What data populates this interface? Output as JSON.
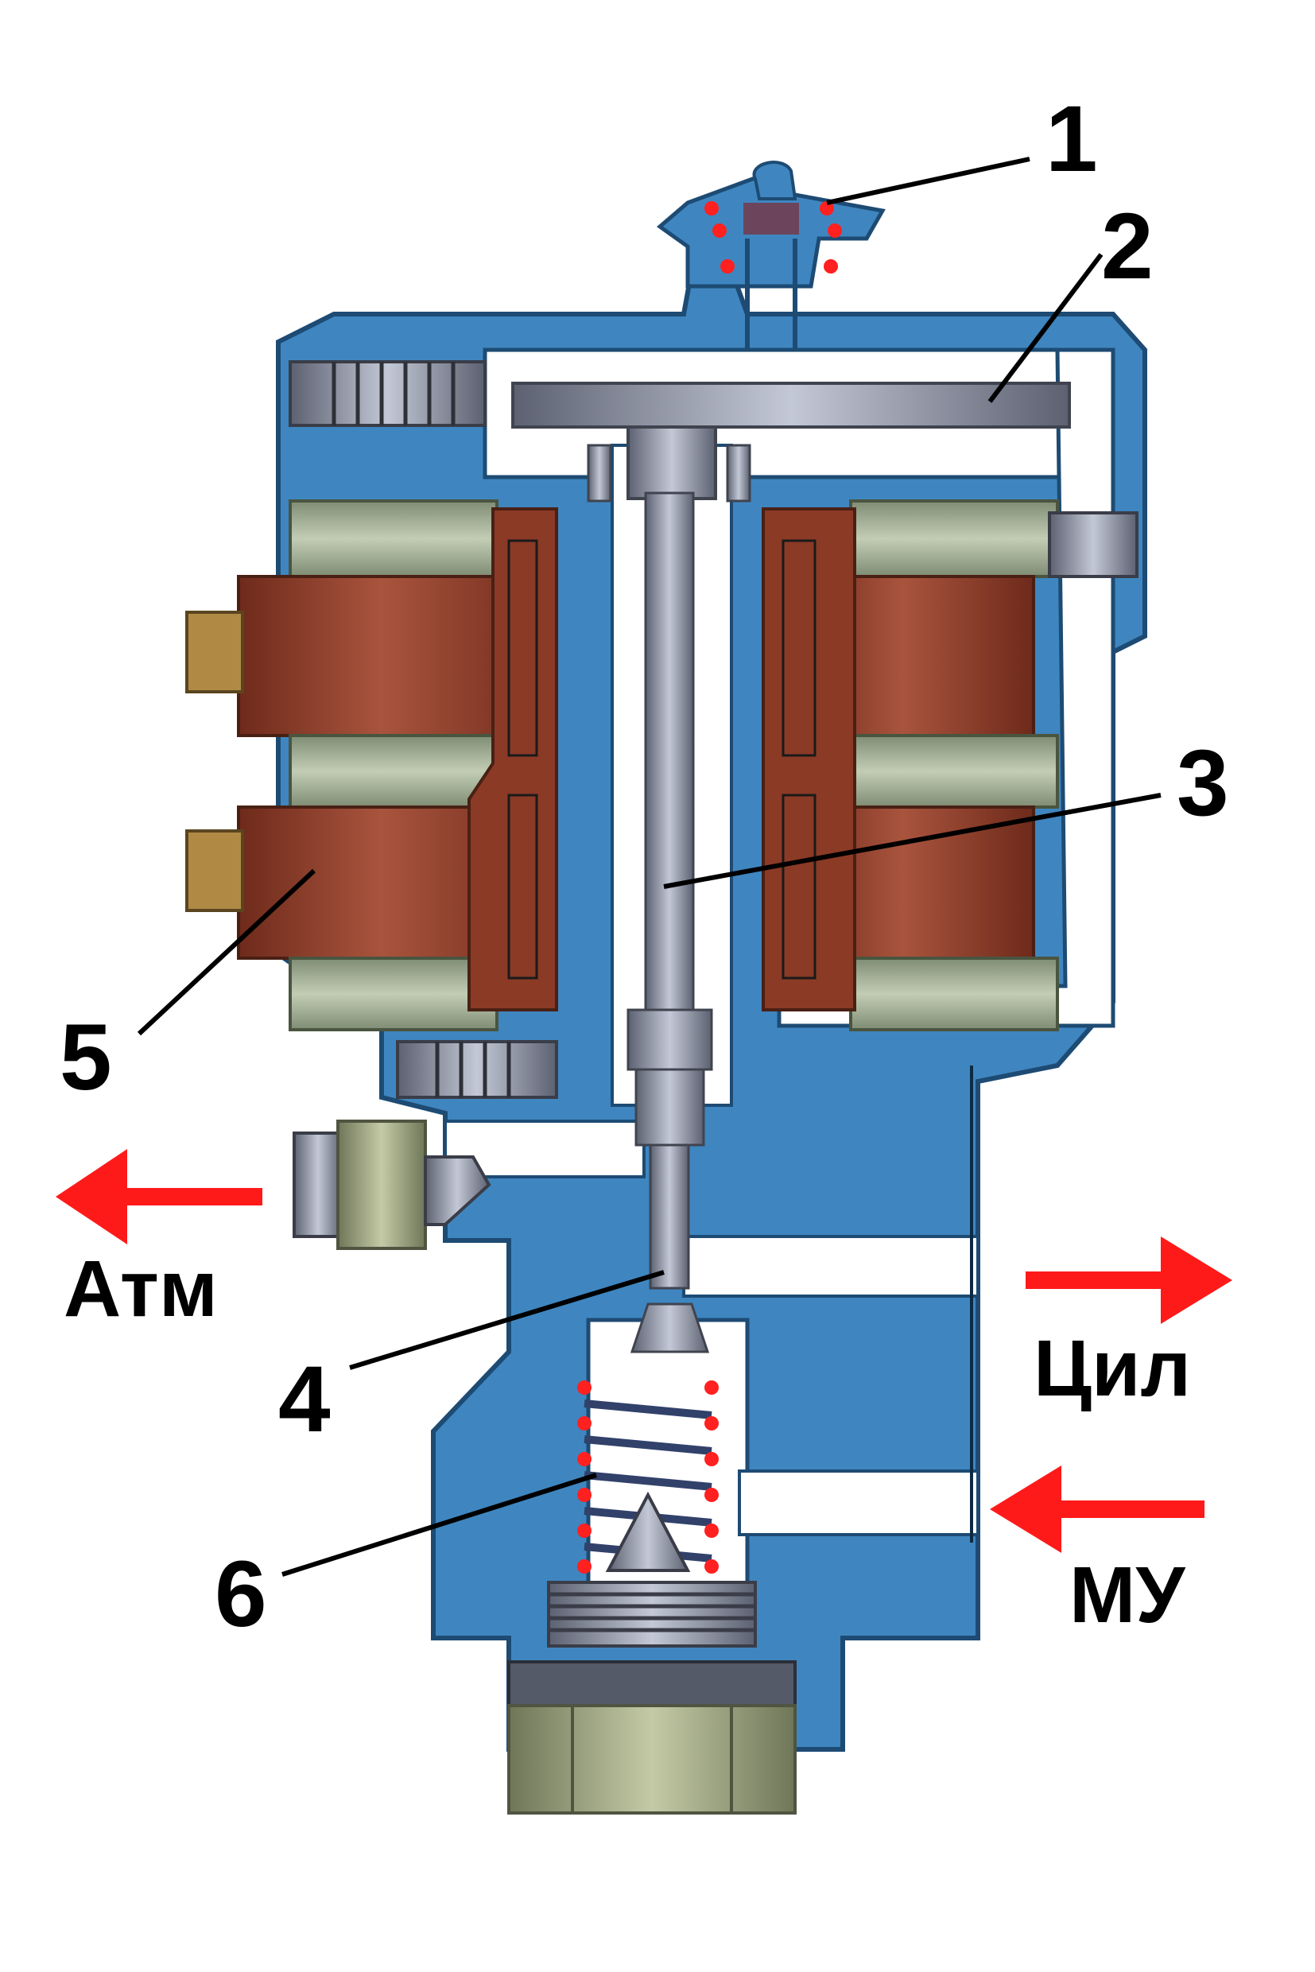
{
  "callouts": [
    {
      "number": "1"
    },
    {
      "number": "2"
    },
    {
      "number": "3"
    },
    {
      "number": "4"
    },
    {
      "number": "5"
    },
    {
      "number": "6"
    }
  ],
  "ports": {
    "atm": "Атм",
    "cyl": "Цил",
    "mu": "МУ"
  },
  "colors": {
    "body": "#3f86c0",
    "body_dark": "#20507a",
    "coil": "#8b3a26",
    "coil_light": "#a7523c",
    "coil_rim": "#9fae91",
    "steel": "#858a9a",
    "steel_light": "#b7bccb",
    "nut": "#a6ad88",
    "arrow": "#ff1a1a",
    "spring_dot": "#ff2020",
    "leader": "#000000"
  }
}
